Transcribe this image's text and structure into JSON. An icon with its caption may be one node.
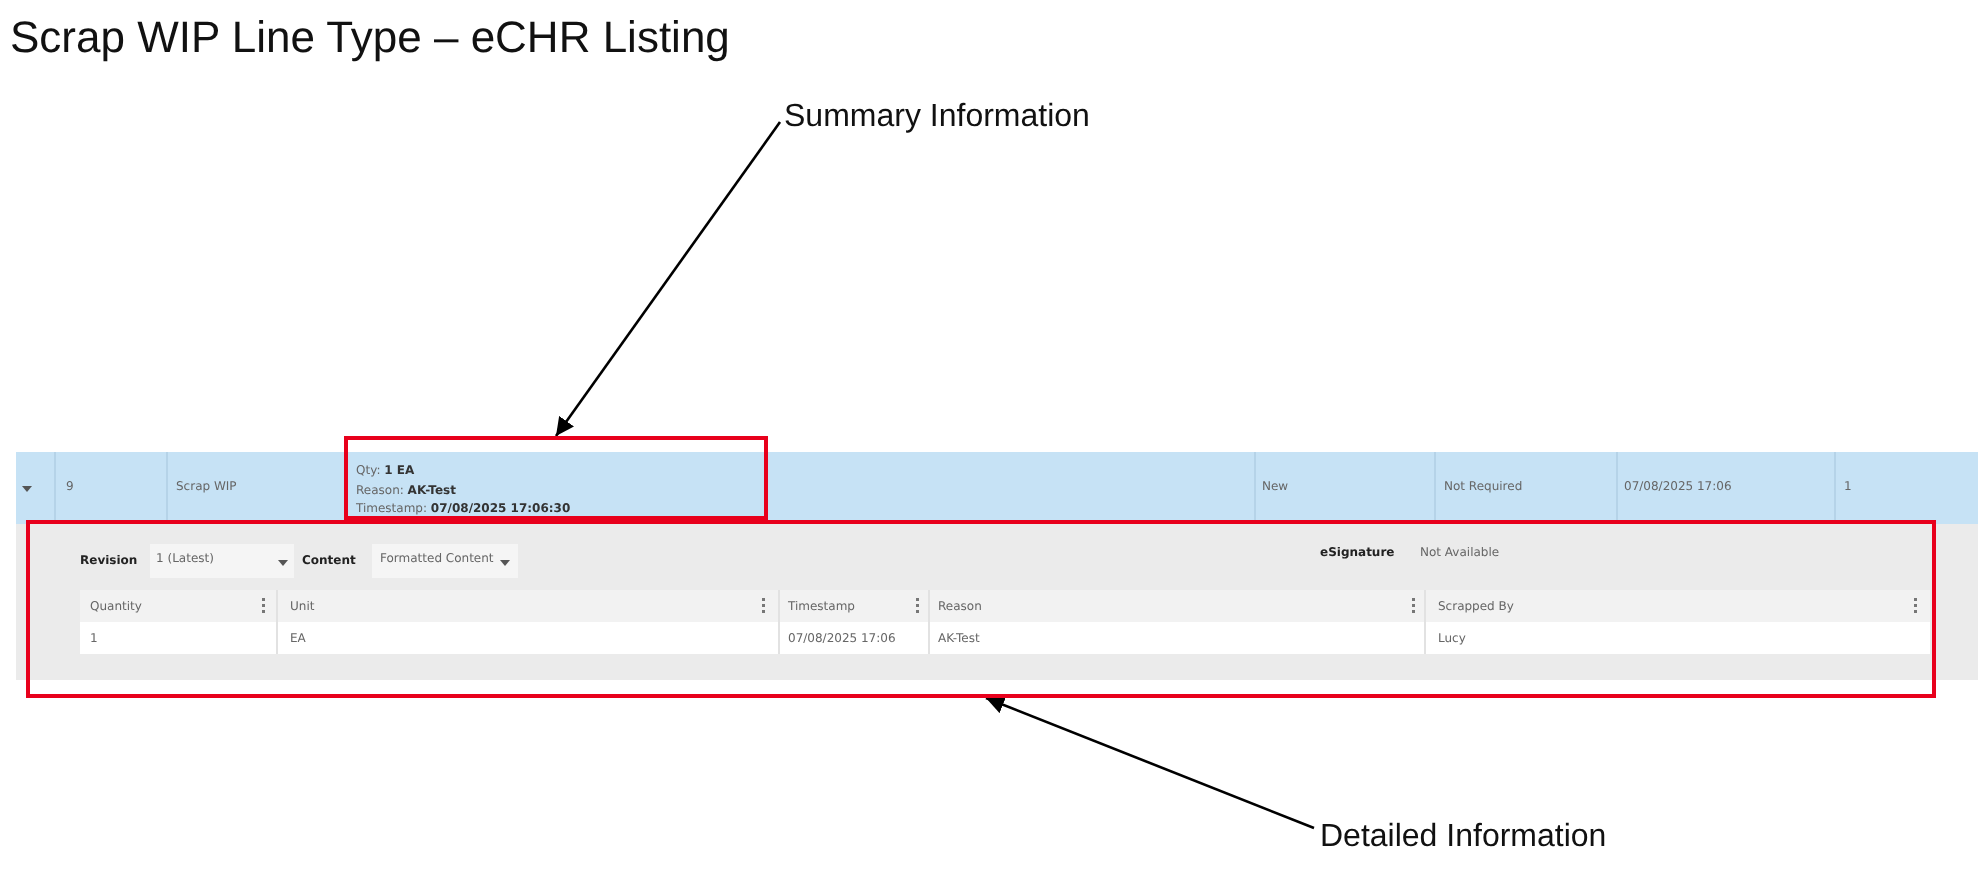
{
  "diagram": {
    "title": "Scrap WIP Line Type – eCHR Listing",
    "nodes": [
      {
        "text": [
          "Summary Information"
        ]
      },
      {
        "text": [],
        "shape": "box"
      },
      {
        "text": [],
        "shape": "box"
      },
      {
        "text": [
          "Detailed Information"
        ]
      }
    ],
    "edges": [
      {
        "from": 0,
        "to": 1,
        "arrow": "to"
      },
      {
        "from": 3,
        "to": 2,
        "arrow": "to"
      }
    ],
    "labels": [
      "9",
      "Scrap WIP",
      "Qty: **1 EA**",
      "Reason: **AK-Test**",
      "Timestamp: **07/08/2025 17:06:30**",
      "New",
      "Not Required",
      "07/08/2025 17:06",
      "1",
      "Revision",
      "1 (Latest)",
      "Content",
      "Formatted Content",
      "eSignature",
      "Not Available",
      "Quantity",
      "Unit",
      "Timestamp",
      "Reason",
      "Scrapped By",
      "1",
      "EA",
      "07/08/2025 17:06",
      "AK-Test",
      "Lucy"
    ]
  }
}
